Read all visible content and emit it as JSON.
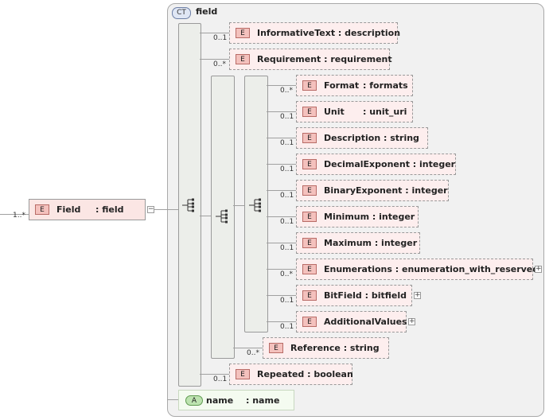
{
  "complex_type": {
    "badge": "CT",
    "name": "field"
  },
  "root": {
    "badge": "E",
    "name": "Field",
    "type": ": field",
    "cardinality": "1..*",
    "expander": "−"
  },
  "elements": [
    {
      "name": "InformativeText",
      "type": ": description",
      "cardinality": "0..1"
    },
    {
      "name": "Requirement",
      "type": ": requirement",
      "cardinality": "0..*"
    },
    {
      "name": "Format",
      "type": ": formats",
      "cardinality": "0..*"
    },
    {
      "name": "Unit",
      "type": ": unit_uri",
      "cardinality": "0..1"
    },
    {
      "name": "Description",
      "type": ": string",
      "cardinality": "0..1"
    },
    {
      "name": "DecimalExponent",
      "type": ": integer",
      "cardinality": "0..1"
    },
    {
      "name": "BinaryExponent",
      "type": ": integer",
      "cardinality": "0..1"
    },
    {
      "name": "Minimum",
      "type": ": integer",
      "cardinality": "0..1"
    },
    {
      "name": "Maximum",
      "type": ": integer",
      "cardinality": "0..1"
    },
    {
      "name": "Enumerations",
      "type": ": enumeration_with_reserved",
      "cardinality": "0..*",
      "expander": "+"
    },
    {
      "name": "BitField",
      "type": ": bitfield",
      "cardinality": "0..1",
      "expander": "+"
    },
    {
      "name": "AdditionalValues",
      "type": "",
      "cardinality": "0..1",
      "expander": "+"
    },
    {
      "name": "Reference",
      "type": ": string",
      "cardinality": "0..*"
    },
    {
      "name": "Repeated",
      "type": ": boolean",
      "cardinality": "0..1"
    }
  ],
  "element_badge": "E",
  "attribute": {
    "badge": "A",
    "name": "name",
    "type": ": name"
  }
}
